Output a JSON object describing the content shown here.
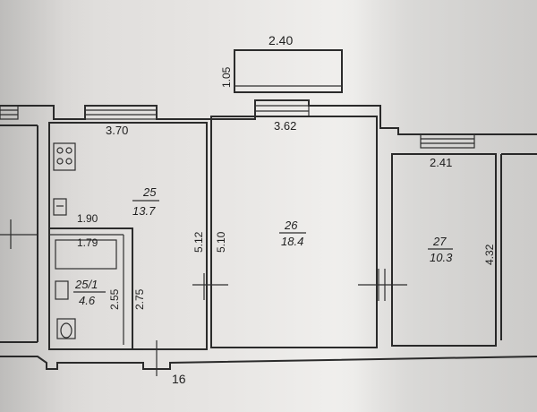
{
  "plan": {
    "balcony": {
      "width_label": "2.40",
      "depth_label": "1.05"
    },
    "room25": {
      "number": "25",
      "area": "13.7",
      "top_dim": "3.70",
      "side_dim": "5.12"
    },
    "room25_1": {
      "number": "25/1",
      "area": "4.6",
      "top_dim": "1.90",
      "inner_dim": "1.79",
      "side_dim_a": "2.55",
      "side_dim_b": "2.75"
    },
    "room26": {
      "number": "26",
      "area": "18.4",
      "top_dim": "3.62",
      "side_dim": "5.10"
    },
    "room27": {
      "number": "27",
      "area": "10.3",
      "top_dim": "2.41",
      "side_dim": "4.32"
    },
    "entrance_number": "16"
  },
  "colors": {
    "ink": "#2b2b2b",
    "paper": "#e7e5e3"
  }
}
